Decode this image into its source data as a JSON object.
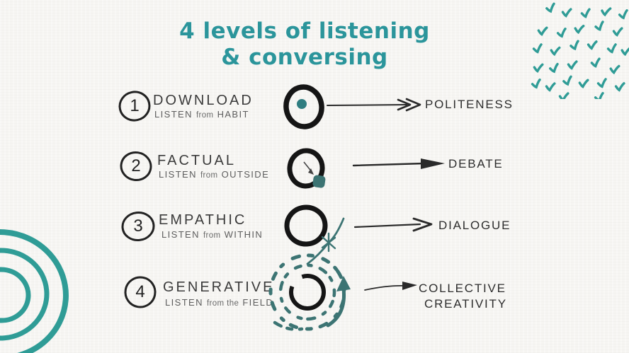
{
  "title": {
    "line1": "4 levels of listening",
    "line2": "& conversing"
  },
  "rows": [
    {
      "number": "1",
      "name": "DOWNLOAD",
      "listen": "LISTEN",
      "connector": "from",
      "source": "HABIT",
      "outcome": "POLITENESS"
    },
    {
      "number": "2",
      "name": "FACTUAL",
      "listen": "LISTEN",
      "connector": "from",
      "source": "OUTSIDE",
      "outcome": "DEBATE"
    },
    {
      "number": "3",
      "name": "EMPATHIC",
      "listen": "LISTEN",
      "connector": "from",
      "source": "WITHIN",
      "outcome": "DIALOGUE"
    },
    {
      "number": "4",
      "name": "GENERATIVE",
      "listen": "LISTEN",
      "connector": "from the",
      "source": "FIELD",
      "outcome": "COLLECTIVE",
      "outcome_line2": "CREATIVITY"
    }
  ],
  "icons": {
    "row1": "open-circle-center-dot-icon",
    "row2": "open-circle-edge-square-icon",
    "row3": "open-circle-external-spark-icon",
    "row4": "open-circle-vortex-arrow-icon",
    "decoration_top_right": "check-marks-pattern",
    "decoration_bottom_left": "concentric-circles"
  },
  "colors": {
    "accent_teal": "#2b959b",
    "deco_teal": "#2f9c96",
    "swirl_teal": "#3c7473",
    "dot_teal": "#2f7d80",
    "ink": "#2a2a2a",
    "text_gray": "#5d5d5d",
    "background": "#f6f5f2"
  }
}
